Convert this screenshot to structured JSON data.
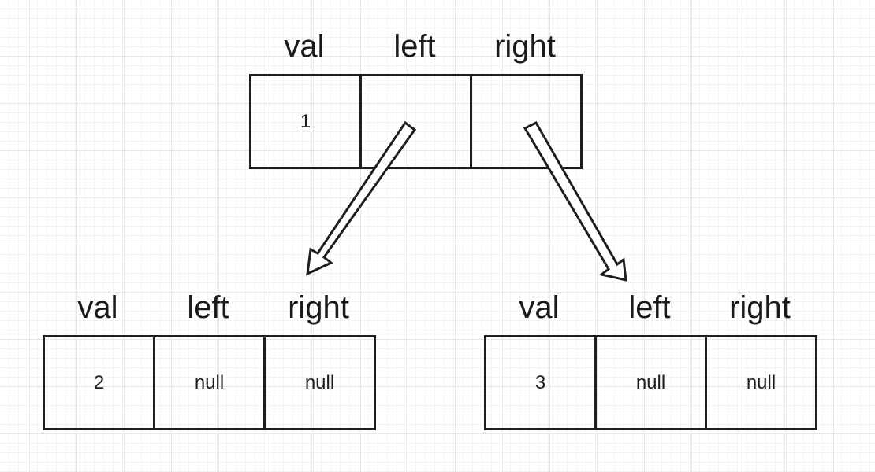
{
  "headers": {
    "val": "val",
    "left": "left",
    "right": "right"
  },
  "nodes": {
    "root": {
      "val": "1",
      "left": "",
      "right": ""
    },
    "left": {
      "val": "2",
      "left": "null",
      "right": "null"
    },
    "right": {
      "val": "3",
      "left": "null",
      "right": "null"
    }
  },
  "colors": {
    "stroke": "#1e1e1e",
    "grid_major": "#e6e6e6",
    "grid_minor": "#f3f3f3",
    "background": "#ffffff"
  }
}
